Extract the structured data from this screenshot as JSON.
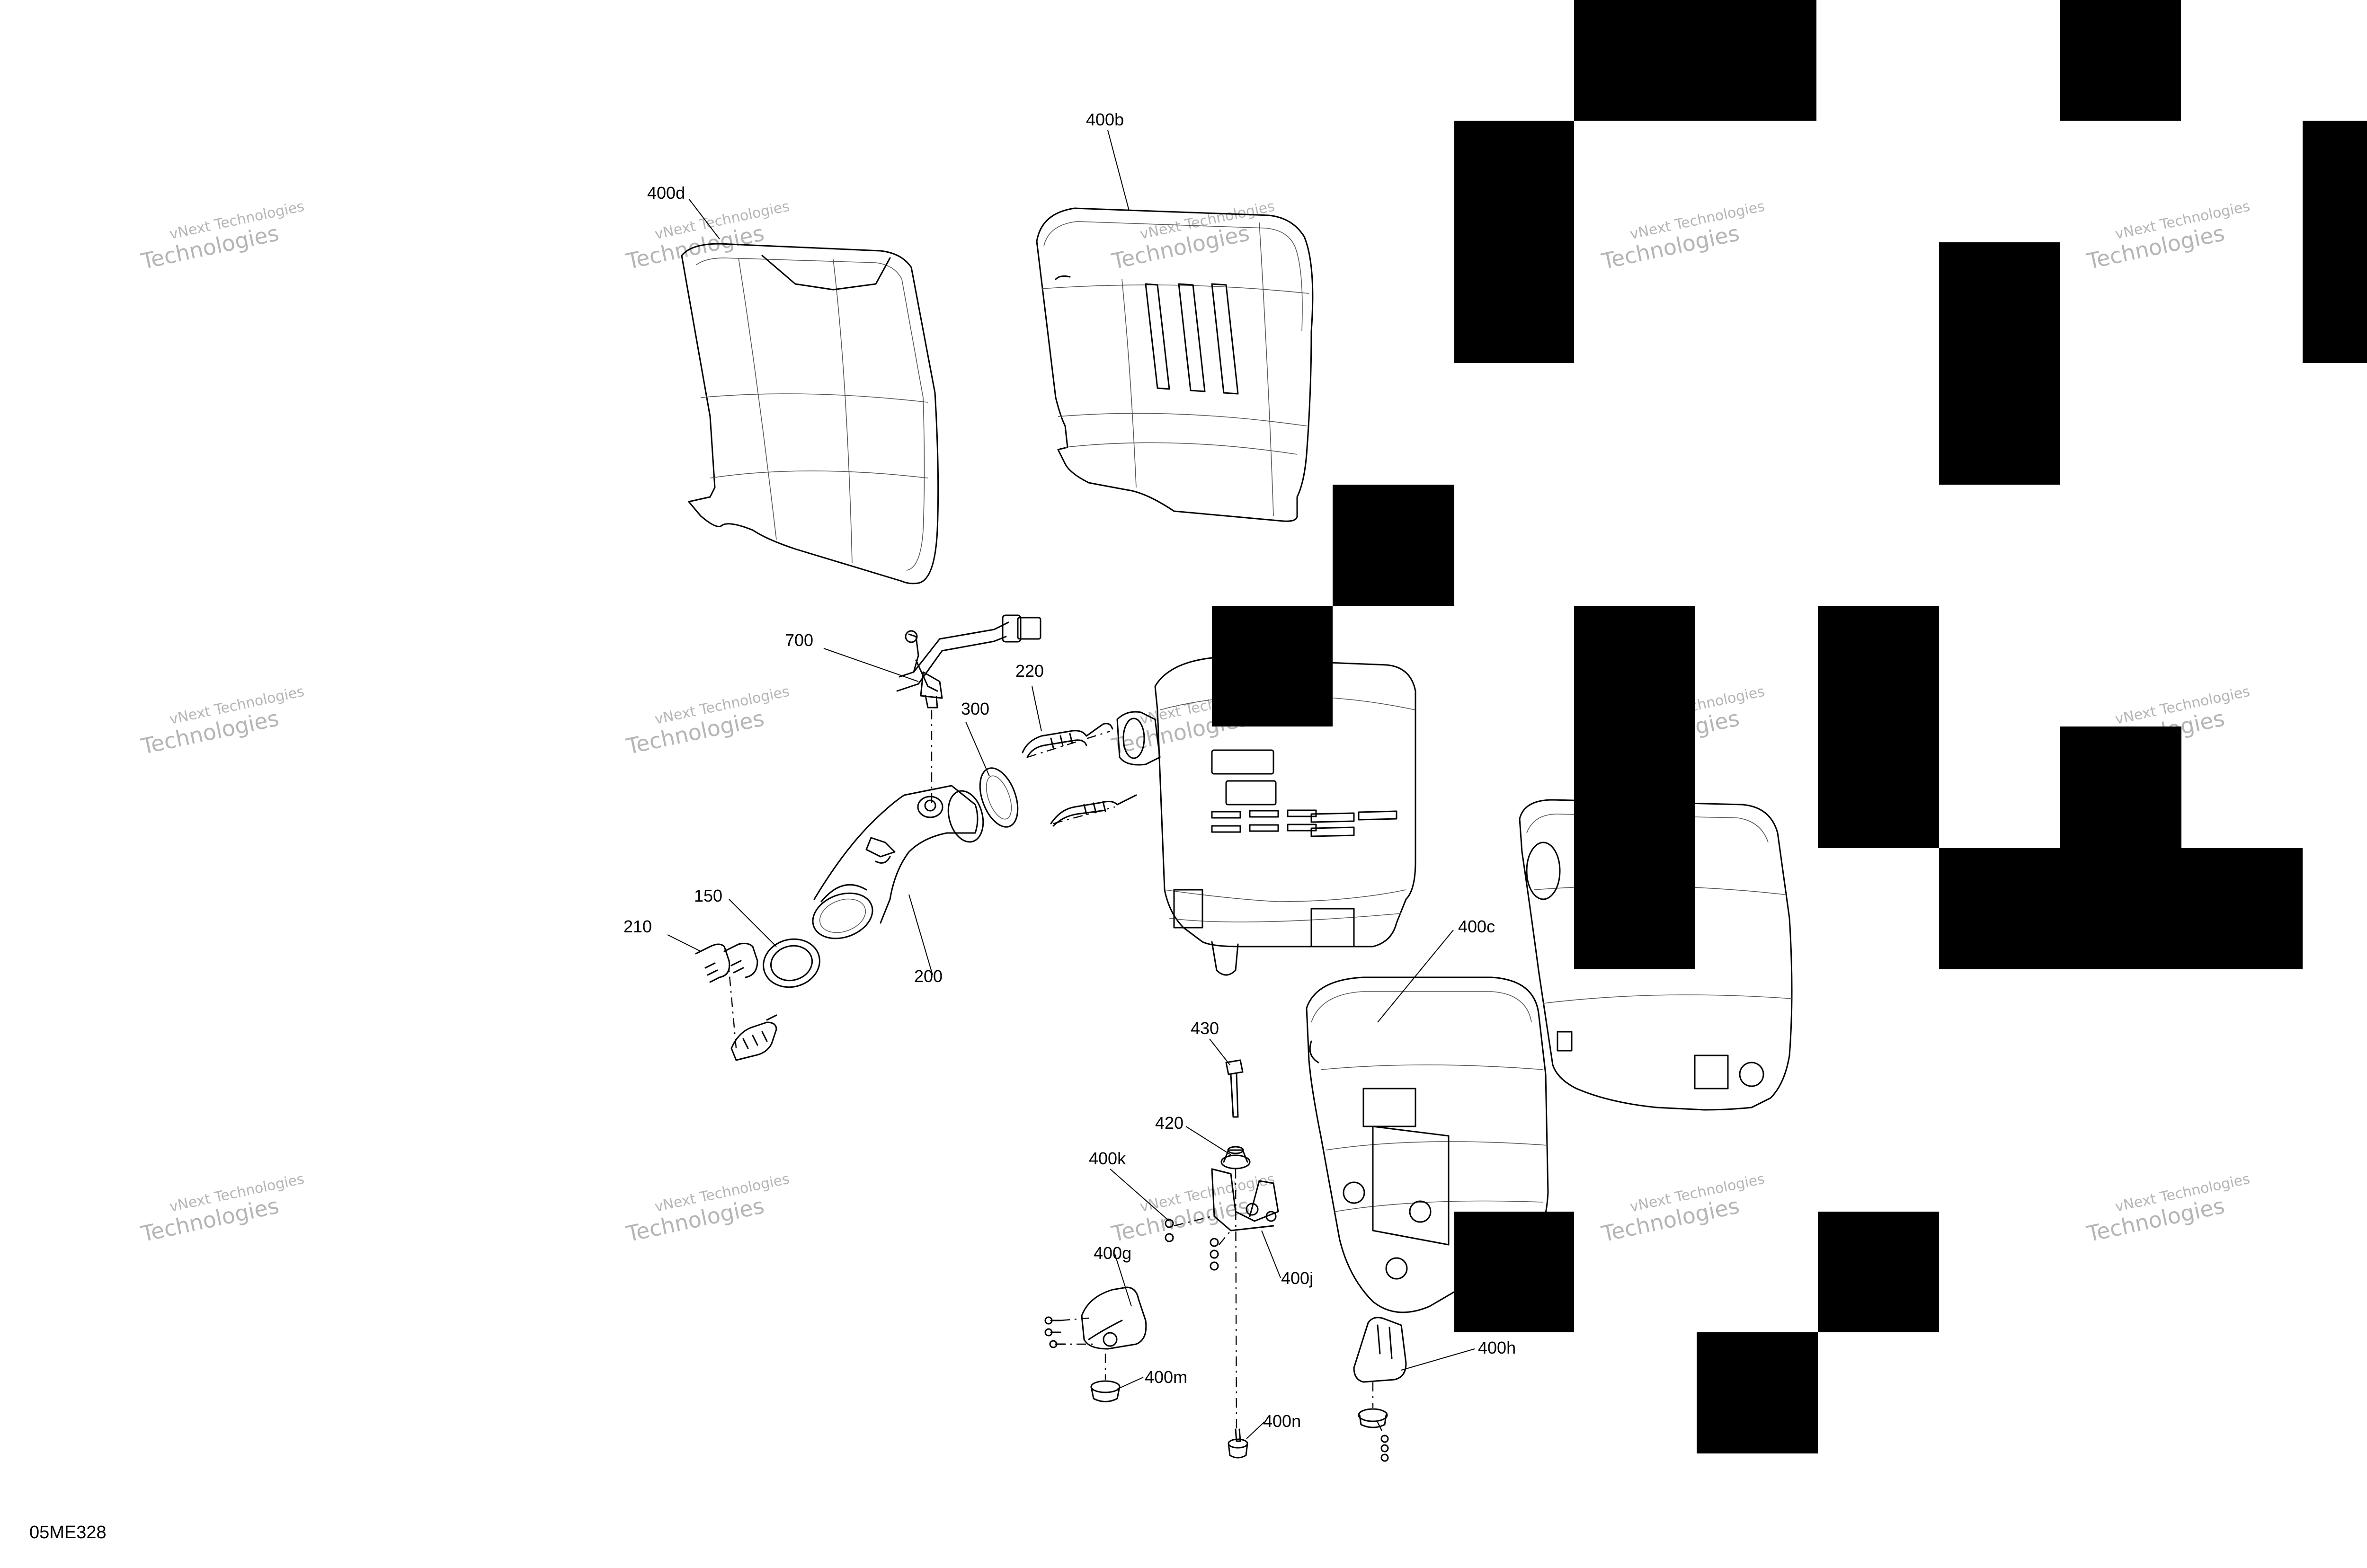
{
  "diagram": {
    "figure_ref": "05ME328",
    "callouts": [
      "400d",
      "400b",
      "700",
      "220",
      "300",
      "150",
      "210",
      "200",
      "400c",
      "430",
      "420",
      "400k",
      "400j",
      "400g",
      "400m",
      "400n",
      "400h"
    ],
    "watermark": {
      "line1": "vNext Technologies",
      "line2": "Technologies",
      "tile_count": 15
    },
    "colors": {
      "ink": "#000000",
      "background": "#ffffff",
      "watermark": "#b5b5b5",
      "redaction": "#000000"
    }
  }
}
